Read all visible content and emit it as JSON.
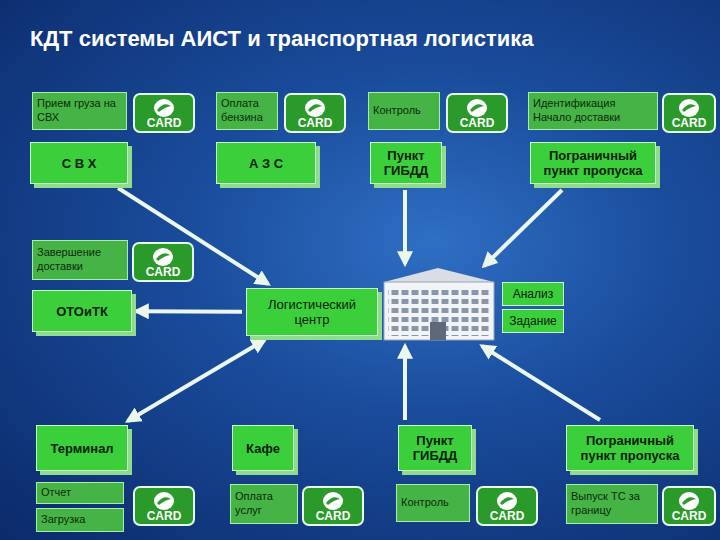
{
  "diagram": {
    "title": "КДТ системы АИСТ и транспортная логистика",
    "nodes": [
      {
        "text": [
          "Прием груза на СВХ"
        ]
      },
      {
        "text": [
          "CARD"
        ]
      },
      {
        "text": [
          "С В Х"
        ]
      },
      {
        "text": [
          "Оплата бензина"
        ]
      },
      {
        "text": [
          "CARD"
        ]
      },
      {
        "text": [
          "А З С"
        ]
      },
      {
        "text": [
          "Контроль"
        ]
      },
      {
        "text": [
          "CARD"
        ]
      },
      {
        "text": [
          "Пункт ГИБДД"
        ]
      },
      {
        "text": [
          "Идентификация Начало доставки"
        ]
      },
      {
        "text": [
          "CARD"
        ]
      },
      {
        "text": [
          "Пограничный пункт пропуска"
        ]
      },
      {
        "text": [
          "Завершение доставки"
        ]
      },
      {
        "text": [
          "CARD"
        ]
      },
      {
        "text": [
          "ОТОиТК"
        ]
      },
      {
        "text": [
          "Логистический центр"
        ]
      },
      {
        "text": [
          "Анализ"
        ]
      },
      {
        "text": [
          "Задание"
        ]
      },
      {
        "text": [
          "Терминал"
        ]
      },
      {
        "text": [
          "Отчет"
        ]
      },
      {
        "text": [
          "CARD"
        ]
      },
      {
        "text": [
          "Загрузка"
        ]
      },
      {
        "text": [
          "Кафе"
        ]
      },
      {
        "text": [
          "Оплата услуг"
        ]
      },
      {
        "text": [
          "CARD"
        ]
      },
      {
        "text": [
          "Пункт ГИБДД"
        ]
      },
      {
        "text": [
          "Контроль"
        ]
      },
      {
        "text": [
          "CARD"
        ]
      },
      {
        "text": [
          "Пограничный пункт пропуска"
        ]
      },
      {
        "text": [
          "Выпуск ТС за границу"
        ]
      },
      {
        "text": [
          "CARD"
        ]
      }
    ],
    "edges": [
      {
        "from": 2,
        "to": 15,
        "arrow": "to"
      },
      {
        "from": 15,
        "to": 14,
        "arrow": "to"
      },
      {
        "from": 15,
        "to": 18,
        "arrow": "both"
      }
    ]
  }
}
